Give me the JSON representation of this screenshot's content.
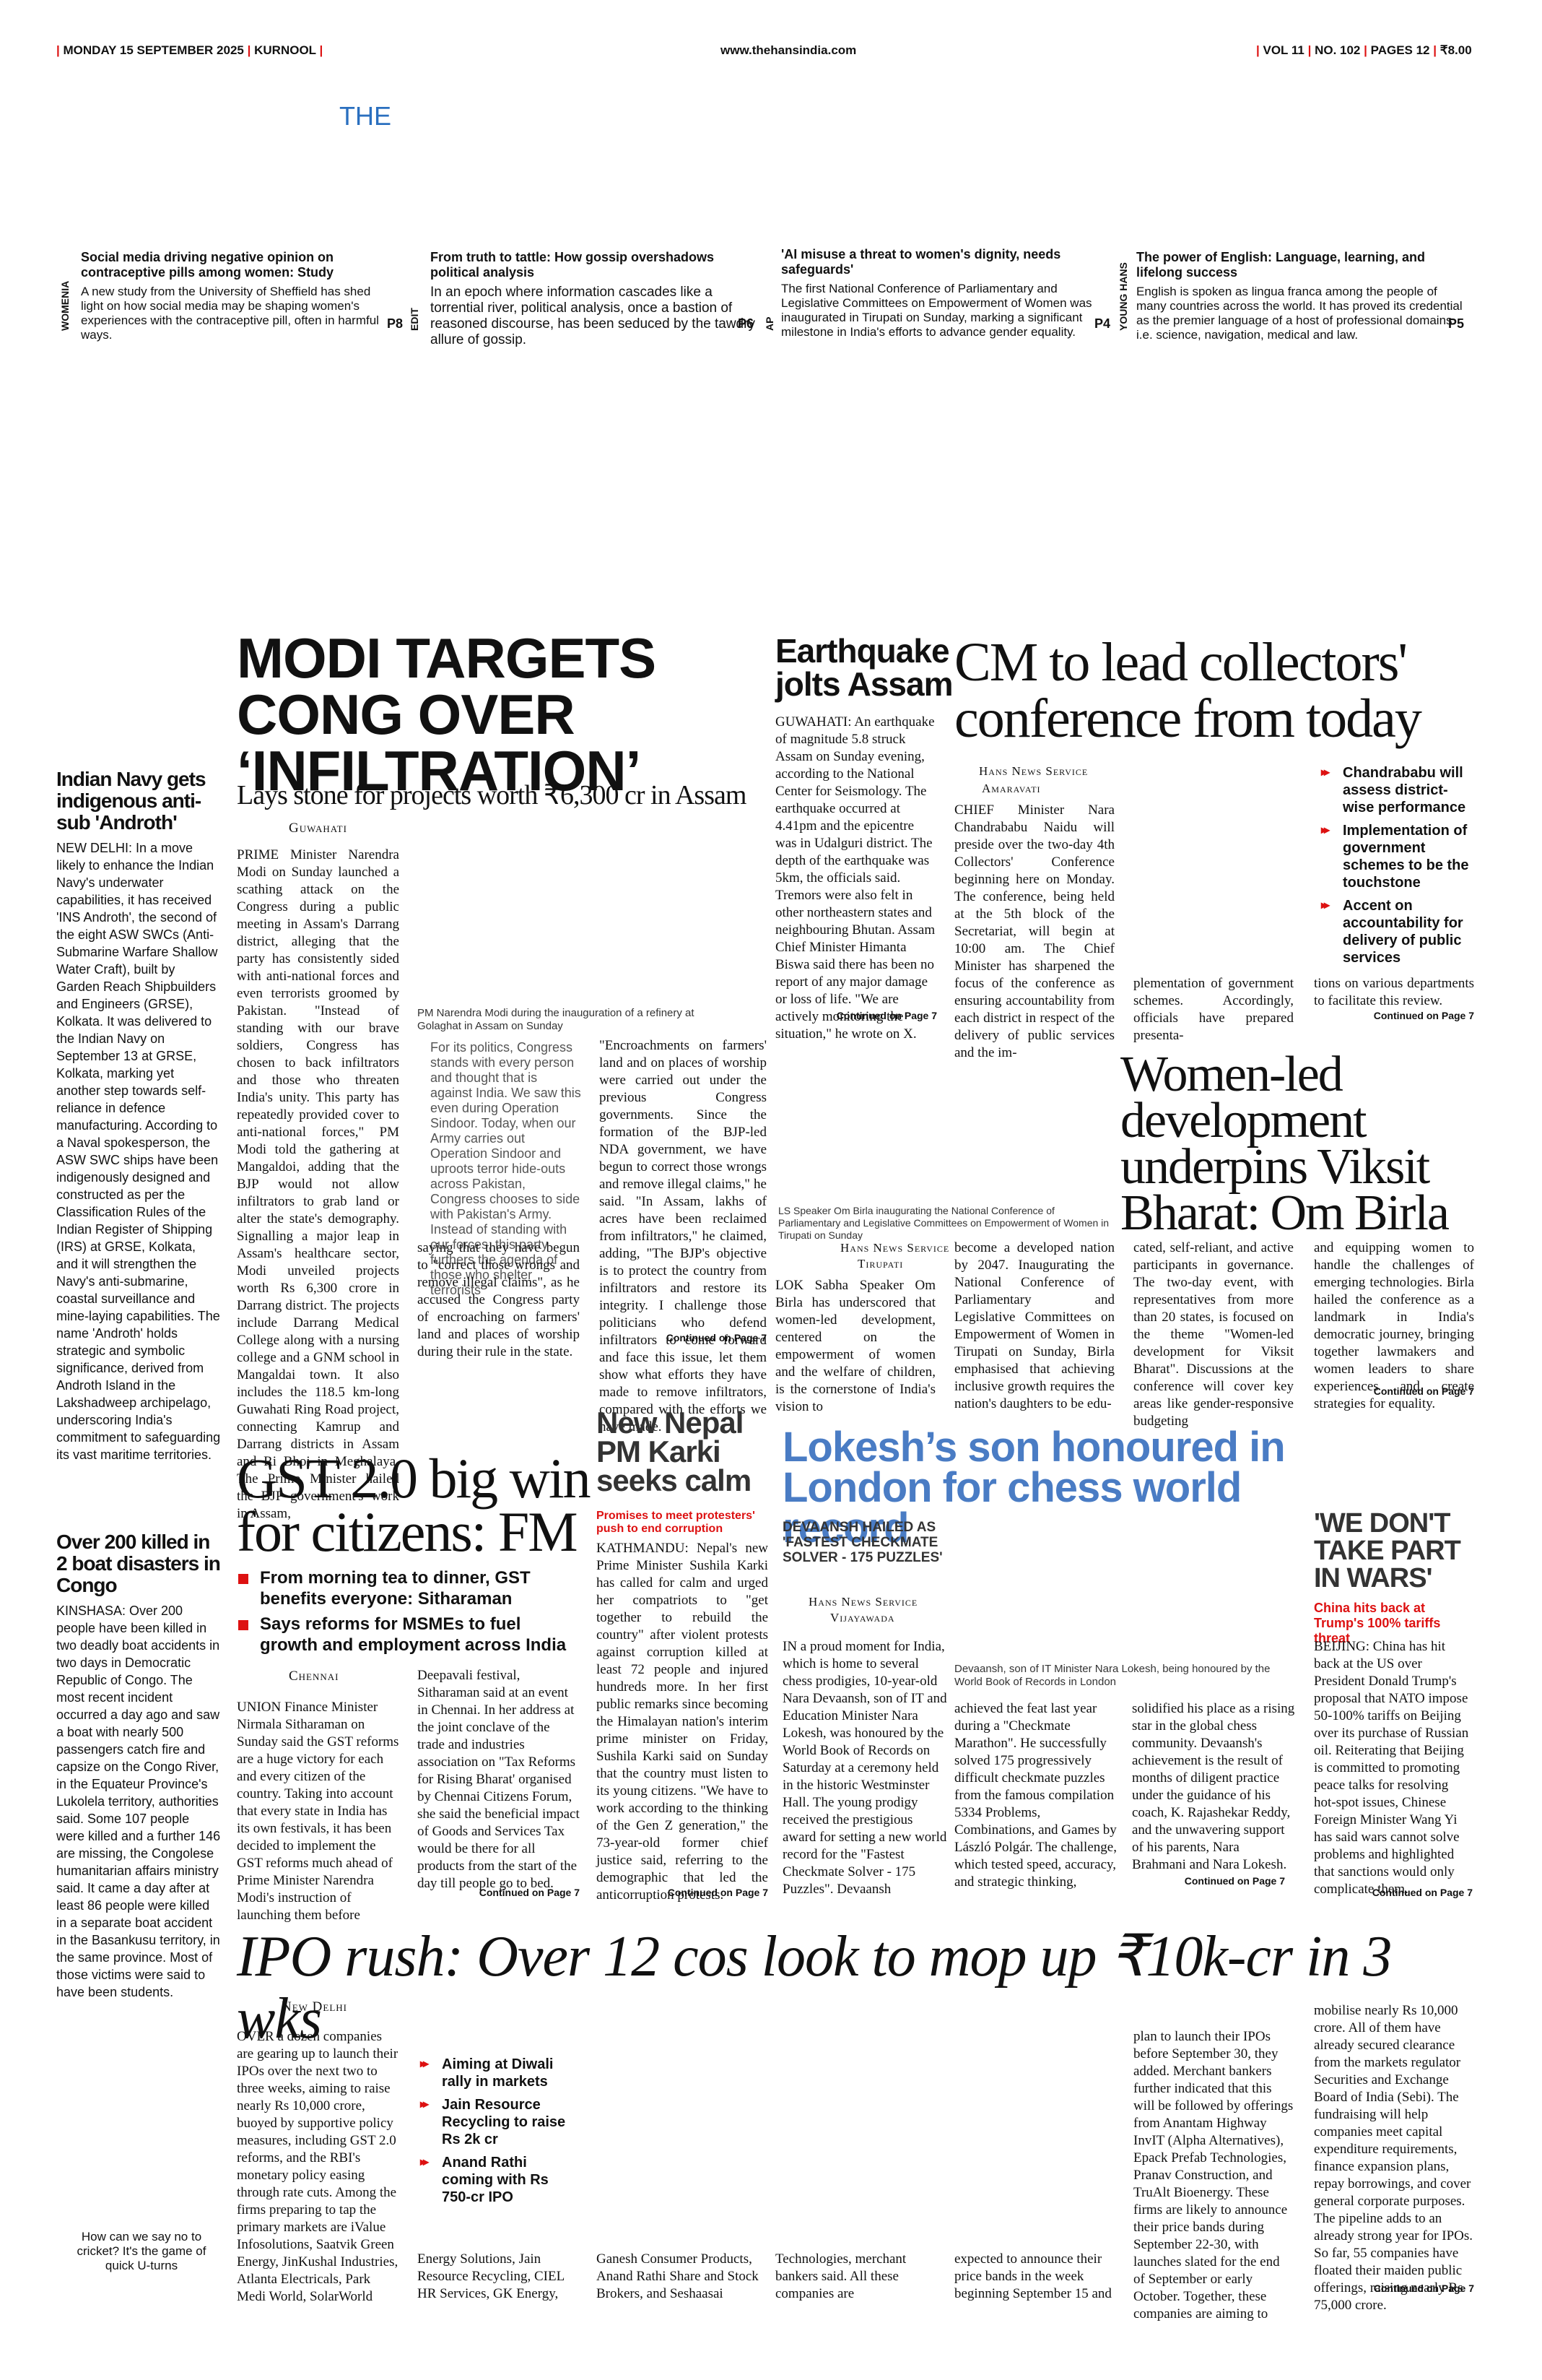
{
  "masthead": {
    "date": "MONDAY 15 SEPTEMBER 2025",
    "city": "KURNOOL",
    "url": "www.thehansindia.com",
    "vol": "VOL 11",
    "no": "NO. 102",
    "pages": "PAGES 12",
    "price": "₹8.00",
    "brand_fragment": "THE"
  },
  "teasers": [
    {
      "label": "WOMENIA",
      "title": "Social media driving negative opinion on contraceptive pills among women: Study",
      "body": "A new study from the University of Sheffield has shed light on how social media may be shaping women's experiences with the contraceptive pill, often in harmful ways.",
      "page": "P8"
    },
    {
      "label": "EDIT",
      "title": "From truth to tattle: How gossip overshadows political analysis",
      "body": "In an epoch where information cascades like a torrential river, political analysis, once a bastion of reasoned discourse, has been seduced by the tawdry allure of gossip.",
      "page": "P6"
    },
    {
      "label": "AP",
      "title": "'AI misuse a threat to women's dignity, needs safeguards'",
      "body": "The first National Conference of Parliamentary and Legislative Committees on Empowerment of Women was inaugurated in Tirupati on Sunday, marking a significant milestone in India's efforts to advance gender equality.",
      "page": "P4"
    },
    {
      "label": "YOUNG HANS",
      "title": "The power of English: Language, learning, and lifelong success",
      "body": "English is spoken as lingua franca among the people of many countries across the world. It has proved its credential as the premier language of a host of professional domains i.e. science, navigation, medical and law.",
      "page": "P5"
    }
  ],
  "navy": {
    "title": "Indian Navy gets indigenous anti-sub 'Androth'",
    "body": "NEW DELHI: In a move likely to enhance the Indian Navy's underwater capabilities, it has received 'INS Androth', the second of the eight ASW SWCs (Anti-Submarine Warfare Shallow Water Craft), built by Garden Reach Shipbuilders and Engineers (GRSE), Kolkata. It was delivered to the Indian Navy on September 13 at GRSE, Kolkata, marking yet another step towards self-reliance in defence manufacturing. According to a Naval spokesperson, the ASW SWC ships have been indigenously designed and constructed as per the Classification Rules of the Indian Register of Shipping (IRS) at GRSE, Kolkata, and it will strengthen the Navy's anti-submarine, coastal surveillance and mine-laying capabilities. The name 'Androth' holds strategic and symbolic significance, derived from Androth Island in the Lakshadweep archipelago, underscoring India's commitment to safeguarding its vast maritime territories."
  },
  "congo": {
    "title": "Over 200 killed in 2 boat disasters in Congo",
    "body": "KINSHASA: Over 200 people have been killed in two deadly boat accidents in two days in Democratic Republic of Congo. The most recent incident occurred a day ago and saw a boat with nearly 500 passengers catch fire and capsize on the Congo River, in the Equateur Province's Lukolela territory, authorities said. Some 107 people were killed and a further 146 are missing, the Congolese humanitarian affairs ministry said. It came a day after at least 86 people were killed in a separate boat accident in the Basankusu territory, in the same province. Most of those victims were said to have been students."
  },
  "cricket_teaser": "How can we say no to cricket? It's the game of quick U-turns",
  "modi": {
    "headline": "MODI TARGETS CONG OVER ‘INFILTRATION’",
    "subhead": "Lays stone for projects worth ₹6,300 cr in Assam",
    "byline": "Guwahati",
    "col1": "PRIME Minister Narendra Modi on Sunday launched a scathing attack on the Congress during a public meeting in Assam's Darrang district, alleging that the party has consistently sided with anti-national forces and even terrorists groomed by Pakistan. \"Instead of standing with our brave soldiers, Congress has chosen to back infiltrators and those who threaten India's unity. This party has repeatedly provided cover to anti-national forces,\" PM Modi told the gathering at Mangaldoi, adding that the BJP would not allow infiltrators to grab land or alter the state's demography. Signalling a major leap in Assam's healthcare sector, Modi unveiled projects worth Rs 6,300 crore in Darrang district. The projects include Darrang Medical College along with a nursing college and a GNM school in Mangaldai town. It also includes the 118.5 km-long Guwahati Ring Road project, connecting Kamrup and Darrang districts in Assam and Ri Bhoi in Meghalaya. The Prime Minister hailed the BJP government's work in Assam,",
    "caption": "PM Narendra Modi during the inauguration of a refinery at Golaghat in Assam on Sunday",
    "pull": "For its politics, Congress stands with every person and thought that is against India. We saw this even during Operation Sindoor. Today, when our Army carries out Operation Sindoor and uproots terror hide-outs across Pakistan, Congress chooses to side with Pakistan's Army. Instead of standing with our forces, this party furthers the agenda of those who shelter terrorists",
    "col2": "saying that they have begun to \"correct those wrongs and remove illegal claims\", as he accused the Congress party of encroaching on farmers' land and places of worship during their rule in the state.",
    "col3": "\"Encroachments on farmers' land and on places of worship were carried out under the previous Congress governments. Since the formation of the BJP-led NDA government, we have begun to correct those wrongs and remove illegal claims,\" he said. \"In Assam, lakhs of acres have been reclaimed from infiltrators,\" he claimed, adding, \"The BJP's objective is to protect the country from infiltrators and restore its integrity. I challenge those politicians who defend infiltrators to come forward and face this issue, let them show what efforts they have made to remove infiltrators, compared with the efforts we have made.",
    "cont": "Continued on Page 7"
  },
  "quake": {
    "headline": "Earthquake jolts Assam",
    "body": "GUWAHATI: An earthquake of magnitude 5.8 struck Assam on Sunday evening, according to the National Center for Seismology. The earthquake occurred at 4.41pm and the epicentre was in Udalguri district. The depth of the earthquake was 5km, the officials said. Tremors were also felt in other northeastern states and neighbouring Bhutan. Assam Chief Minister Himanta Biswa said there has been no report of any major damage or loss of life. \"We are actively monitoring the situation,\" he wrote on X.",
    "cont": "Continued on Page 7"
  },
  "cm": {
    "headline": "CM to lead collectors' conference from today",
    "byline1": "Hans News Service",
    "byline2": "Amaravati",
    "col1": "CHIEF Minister Nara Chandrababu Naidu will preside over the two-day 4th Collectors' Conference beginning here on Monday. The conference, being held at the 5th block of the Secretariat, will begin at 10:00 am. The Chief Minister has sharpened the focus of the conference as ensuring accountability from each district in respect of the delivery of public services and the im-",
    "col2": "plementation of government schemes. Accordingly, officials have prepared presenta-",
    "col3": "tions on various departments to facilitate this review.",
    "bullets": [
      "Chandrababu will assess district-wise performance",
      "Implementation of government schemes to be the touchstone",
      "Accent on accountability for delivery of public services"
    ],
    "cont": "Continued on Page 7"
  },
  "birla": {
    "headline": "Women-led development underpins Viksit Bharat: Om Birla",
    "caption": "LS Speaker Om Birla inaugurating the National Conference of Parliamentary and Legislative Committees on Empowerment of Women in Tirupati on Sunday",
    "byline1": "Hans News Service",
    "byline2": "Tirupati",
    "col1": "LOK Sabha Speaker Om Birla has underscored that women-led development, centered on the empowerment of women and the welfare of children, is the cornerstone of India's vision to",
    "col2": "become a developed nation by 2047. Inaugurating the National Conference of Parliamentary and Legislative Committees on Empowerment of Women in Tirupati on Sunday, Birla emphasised that achieving inclusive growth requires the nation's daughters to be edu-",
    "col3": "cated, self-reliant, and active participants in governance. The two-day event, with representatives from more than 20 states, is focused on the theme \"Women-led development for Viksit Bharat\". Discussions at the conference will cover key areas like gender-responsive budgeting",
    "col4": "and equipping women to handle the challenges of emerging technologies. Birla hailed the conference as a landmark in India's democratic journey, bringing together lawmakers and women leaders to share experiences and create strategies for equality.",
    "cont": "Continued on Page 7"
  },
  "gst": {
    "headline": "GST 2.0 big win for citizens: FM",
    "bullets": [
      "From morning tea to dinner, GST benefits everyone: Sitharaman",
      "Says reforms for MSMEs to fuel growth and employment across India"
    ],
    "byline": "Chennai",
    "col1": "UNION Finance Minister Nirmala Sitharaman on Sunday said the GST reforms are a huge victory for each and every citizen of the country. Taking into account that every state in India has its own festivals, it has been decided to implement the GST reforms much ahead of Prime Minister Narendra Modi's instruction of launching them before",
    "col2": "Deepavali festival, Sitharaman said at an event in Chennai. In her address at the joint conclave of the trade and industries association on \"Tax Reforms for Rising Bharat' organised by Chennai Citizens Forum, she said the beneficial impact of Goods and Services Tax would be there for all products from the start of the day till people go to bed.",
    "cont": "Continued on Page 7"
  },
  "nepal": {
    "headline": "New Nepal PM Karki seeks calm",
    "kicker": "Promises to meet protesters' push to end corruption",
    "body": "KATHMANDU: Nepal's new Prime Minister Sushila Karki has called for calm and urged her compatriots to \"get together to rebuild the country\" after violent protests against corruption killed at least 72 people and injured hundreds more. In her first public remarks since becoming the Himalayan nation's interim prime minister on Friday, Sushila Karki said on Sunday that the country must listen to its young citizens. \"We have to work according to the thinking of the Gen Z generation,\" the 73-year-old former chief justice said, referring to the demographic that led the anticorruption protests.",
    "cont": "Continued on Page 7"
  },
  "lokesh": {
    "headline": "Lokesh’s son honoured in London for chess world record",
    "kicker": "DEVAANSH HAILED AS 'FASTEST CHECKMATE SOLVER - 175 PUZZLES'",
    "byline1": "Hans News Service",
    "byline2": "Vijayawada",
    "caption": "Devaansh, son of IT Minister Nara Lokesh, being honoured by the World Book of Records in London",
    "col1": "IN a proud moment for India, which is home to several chess prodigies, 10-year-old Nara Devaansh, son of IT and Education Minister Nara Lokesh, was honoured by the World Book of Records on Saturday at a ceremony held in the historic Westminster Hall. The young prodigy received the prestigious award for setting a new world record for the \"Fastest Checkmate Solver - 175 Puzzles\". Devaansh",
    "col2": "achieved the feat last year during a \"Checkmate Marathon\". He successfully solved 175 progressively difficult checkmate puzzles from the famous compilation 5334 Problems, Combinations, and Games by László Polgár. The challenge, which tested speed, accuracy, and strategic thinking,",
    "col3": "solidified his place as a rising star in the global chess community. Devaansh's achievement is the result of months of diligent practice under the guidance of his coach, K. Rajashekar Reddy, and the unwavering support of his parents, Nara Brahmani and Nara Lokesh.",
    "cont": "Continued on Page 7"
  },
  "china": {
    "headline": "'WE DON'T TAKE PART IN WARS'",
    "kicker": "China hits back at Trump's 100% tariffs threat",
    "body": "BEIJING: China has hit back at the US over President Donald Trump's proposal that NATO impose 50-100% tariffs on Beijing over its purchase of Russian oil. Reiterating that Beijing is committed to promoting peace talks for resolving hot-spot issues, Chinese Foreign Minister Wang Yi has said wars cannot solve problems and highlighted that sanctions would only complicate them.",
    "cont": "Continued on Page 7"
  },
  "ipo": {
    "headline": "IPO rush: Over 12 cos look to mop up ₹10k-cr in 3 wks",
    "byline": "New Delhi",
    "col1": "OVER a dozen companies are gearing up to launch their IPOs over the next two to three weeks, aiming to raise nearly Rs 10,000 crore, buoyed by supportive policy measures, including GST 2.0 reforms, and the RBI's monetary policy easing through rate cuts. Among the firms preparing to tap the primary markets are iValue Infosolutions, Saatvik Green Energy, JinKushal Industries, Atlanta Electricals, Park Medi World, SolarWorld",
    "bullets": [
      "Aiming at Diwali rally in markets",
      "Jain Resource Recycling to raise Rs 2k cr",
      "Anand Rathi coming with Rs 750-cr IPO"
    ],
    "col2": "Energy Solutions, Jain Resource Recycling, CIEL HR Services, GK Energy,",
    "col3": "Ganesh Consumer Products, Anand Rathi Share and Stock Brokers, and Seshaasai",
    "col4": "Technologies, merchant bankers said. All these companies are",
    "col5": "expected to announce their price bands in the week beginning September 15 and",
    "col6": "plan to launch their IPOs before September 30, they added. Merchant bankers further indicated that this will be followed by offerings from Anantam Highway InvIT (Alpha Alternatives), Epack Prefab Technologies, Pranav Construction, and TruAlt Bioenergy. These firms are likely to announce their price bands during September 22-30, with launches slated for the end of September or early October. Together, these companies are aiming to",
    "col7": "mobilise nearly Rs 10,000 crore. All of them have already secured clearance from the markets regulator Securities and Exchange Board of India (Sebi). The fundraising will help companies meet capital expenditure requirements, finance expansion plans, repay borrowings, and cover general corporate purposes. The pipeline adds to an already strong year for IPOs. So far, 55 companies have floated their maiden public offerings, raising nearly Rs 75,000 crore.",
    "cont": "Continued on Page 7"
  },
  "colors": {
    "accent_red": "#d11111",
    "lokesh_blue": "#4a7cc4",
    "nepal_red": "#d11111"
  }
}
